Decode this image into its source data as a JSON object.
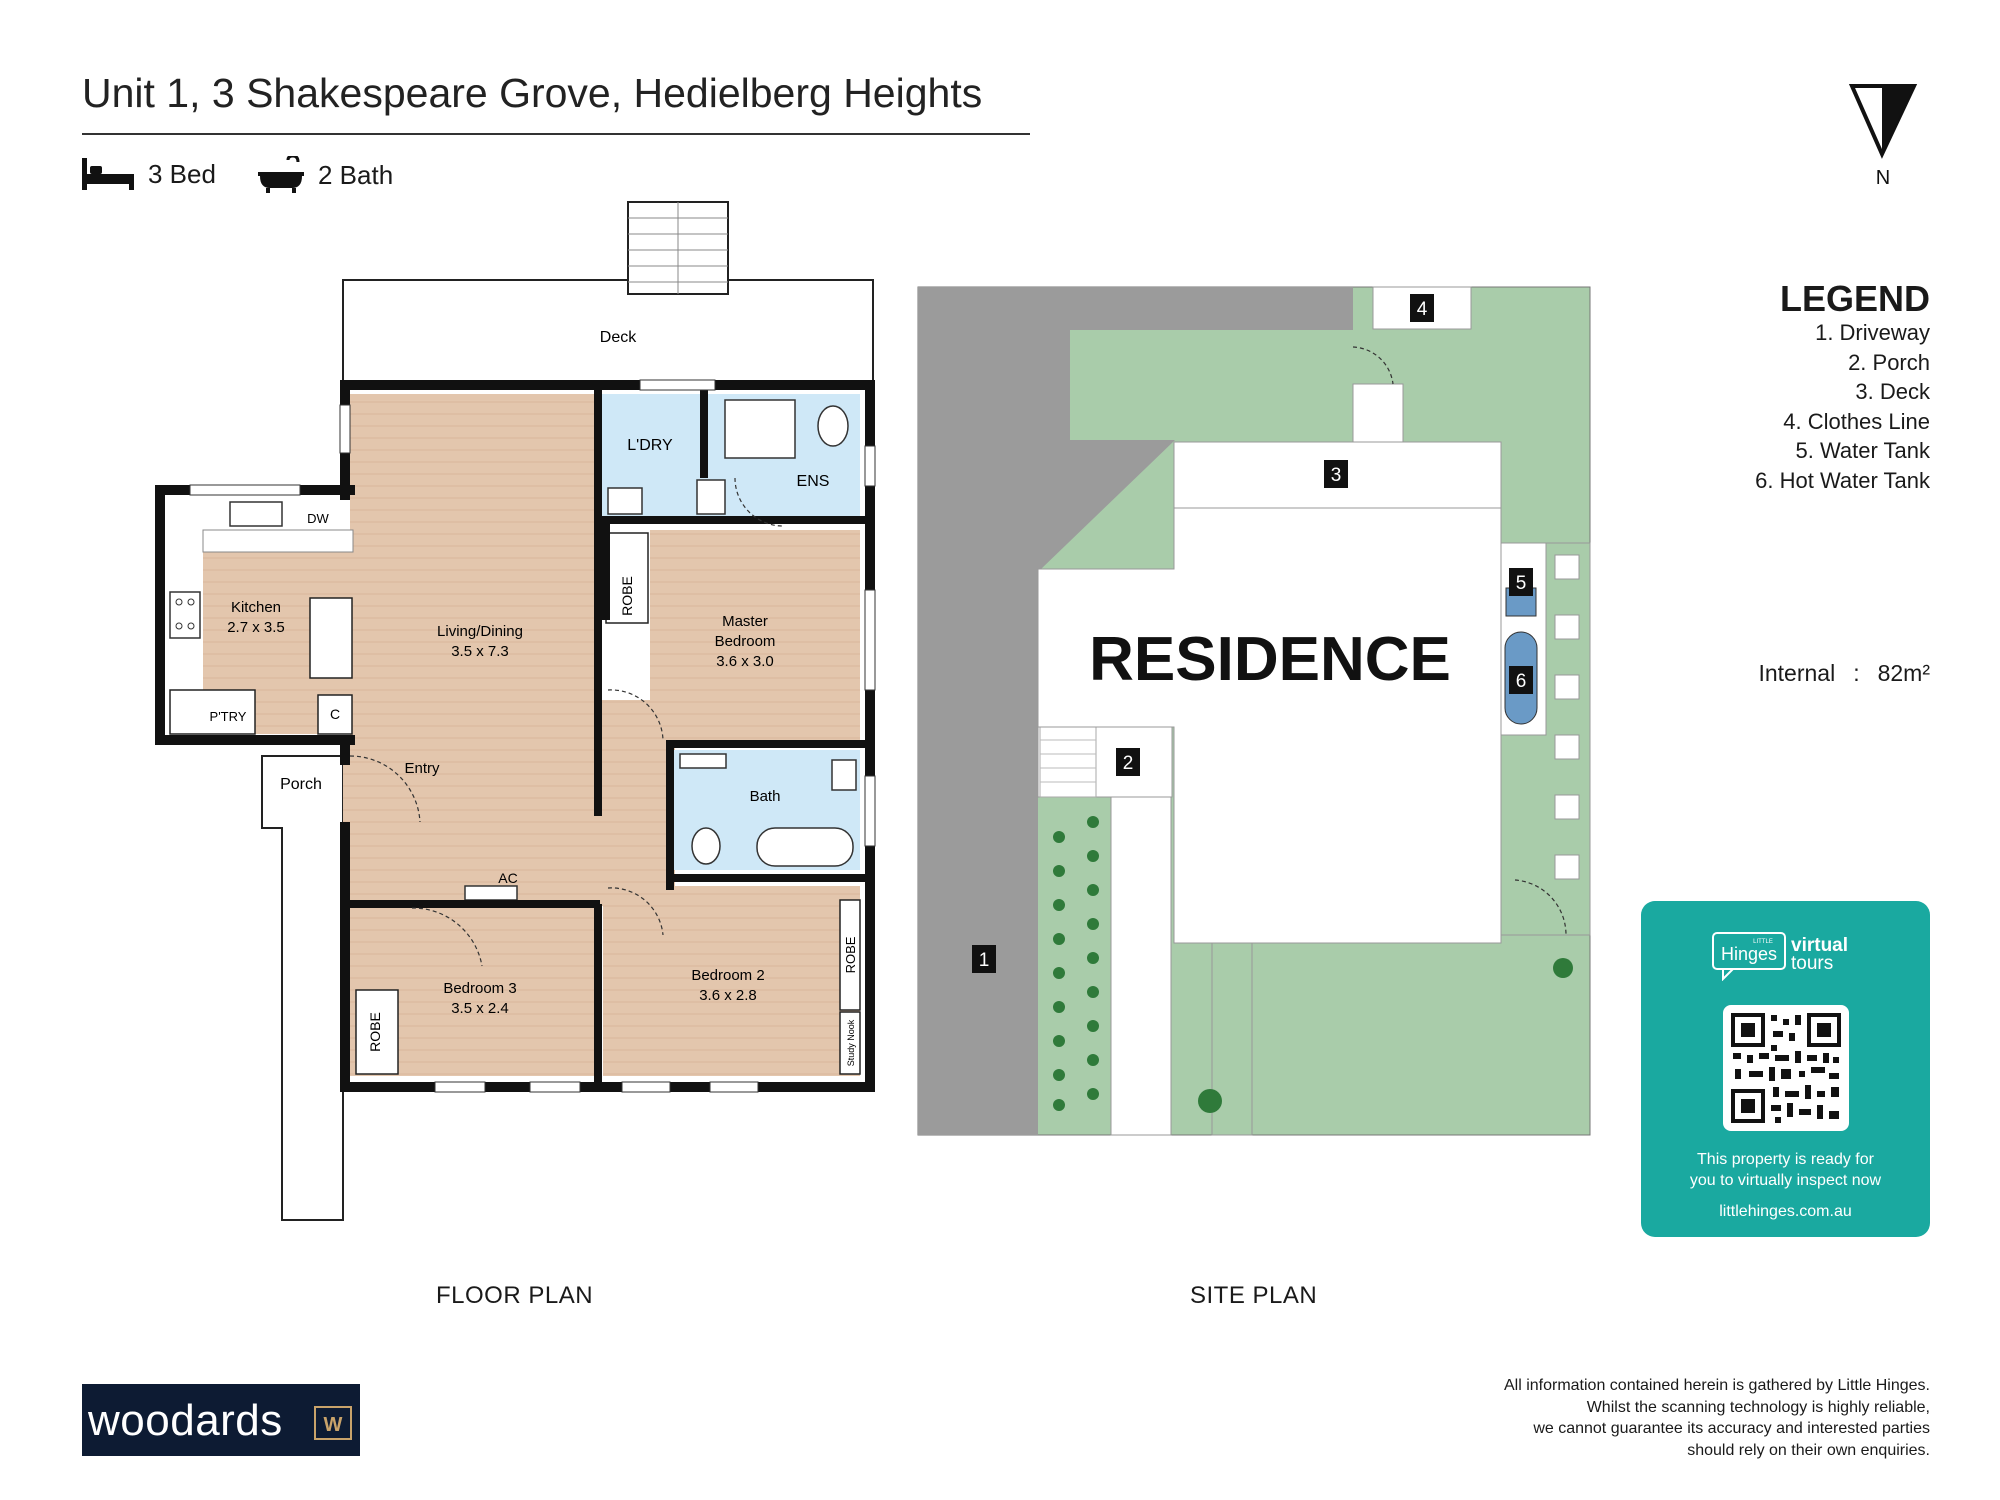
{
  "header": {
    "title": "Unit 1, 3 Shakespeare Grove, Hedielberg Heights",
    "bed_label": "3 Bed",
    "bath_label": "2 Bath"
  },
  "compass": {
    "label": "N"
  },
  "legend": {
    "title": "LEGEND",
    "items": [
      "1. Driveway",
      "2. Porch",
      "3. Deck",
      "4. Clothes Line",
      "5. Water Tank",
      "6. Hot Water Tank"
    ]
  },
  "area": {
    "label": "Internal",
    "separator": ":",
    "value": "82m²"
  },
  "floor_plan": {
    "caption": "FLOOR PLAN",
    "rooms": {
      "deck": "Deck",
      "ldry": "L'DRY",
      "ens": "ENS",
      "dw": "DW",
      "kitchen_name": "Kitchen",
      "kitchen_size": "2.7 x 3.5",
      "living_name": "Living/Dining",
      "living_size": "3.5 x 7.3",
      "robe_master": "ROBE",
      "master_line1": "Master",
      "master_line2": "Bedroom",
      "master_size": "3.6 x 3.0",
      "ptry": "P'TRY",
      "cupboard": "C",
      "entry": "Entry",
      "porch": "Porch",
      "bath": "Bath",
      "ac": "AC",
      "bed3_name": "Bedroom 3",
      "bed3_size": "3.5 x 2.4",
      "robe_bed3": "ROBE",
      "bed2_name": "Bedroom 2",
      "bed2_size": "3.6 x 2.8",
      "robe_bed2": "ROBE",
      "study": "Study Nook"
    }
  },
  "site_plan": {
    "caption": "SITE PLAN",
    "residence_label": "RESIDENCE",
    "markers": [
      "1",
      "2",
      "3",
      "4",
      "5",
      "6"
    ]
  },
  "virtual_tour": {
    "logo_small": "LITTLE",
    "logo_brand": "Hinges",
    "logo_word1": "virtual",
    "logo_word2": "tours",
    "message_line1": "This property is ready for",
    "message_line2": "you to virtually inspect now",
    "url": "littlehinges.com.au"
  },
  "agency": {
    "name": "woodards",
    "mark": "W"
  },
  "disclaimer": [
    "All information contained herein is gathered by Little Hinges.",
    "Whilst the scanning technology is highly reliable,",
    "we cannot guarantee its accuracy and interested parties",
    "should rely on their own enquiries."
  ],
  "colors": {
    "wood": "#e3c6ad",
    "wet_area": "#cfe8f7",
    "wall": "#111111",
    "driveway": "#9b9b9b",
    "lawn": "#a9ccaa",
    "accent": "#1aa9a0",
    "agency_bg": "#0d1b33"
  }
}
